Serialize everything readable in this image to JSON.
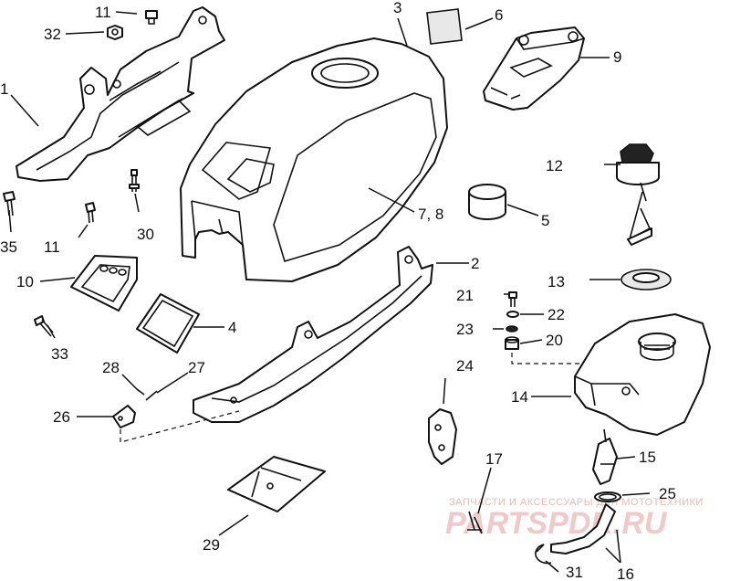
{
  "diagram": {
    "callouts": {
      "c1": "1",
      "c2": "2",
      "c3": "3",
      "c4": "4",
      "c5": "5",
      "c6": "6",
      "c78": "7, 8",
      "c9": "9",
      "c10": "10",
      "c11a": "11",
      "c11b": "11",
      "c12": "12",
      "c13": "13",
      "c14": "14",
      "c15": "15",
      "c16": "16",
      "c17": "17",
      "c20": "20",
      "c21": "21",
      "c22": "22",
      "c23": "23",
      "c24": "24",
      "c25": "25",
      "c26": "26",
      "c27": "27",
      "c28": "28",
      "c29": "29",
      "c30": "30",
      "c31": "31",
      "c32": "32",
      "c33": "33",
      "c35": "35"
    },
    "watermark": {
      "line1": "ЗАПЧАСТИ И АКСЕССУАРЫ ДЛЯ МОТОТЕХНИКИ",
      "line2": "PARTSPDR.RU"
    }
  }
}
